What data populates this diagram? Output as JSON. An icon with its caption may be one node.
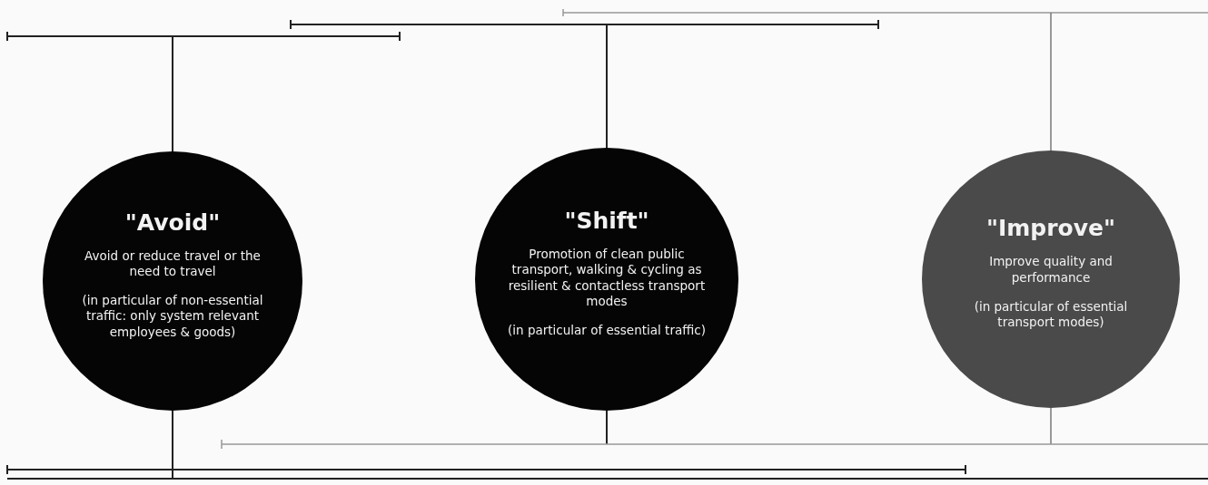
{
  "diagram": {
    "nodes": [
      {
        "text": [
          "\"Avoid\"",
          "Avoid or reduce travel or the need to travel",
          "(in particular of non-essential traffic: only system relevant employees & goods)"
        ]
      },
      {
        "text": [
          "\"Shift\"",
          "Promotion of clean public transport, walking & cycling as resilient & contactless transport modes",
          "(in particular of essential traffic)"
        ]
      },
      {
        "text": [
          "\"Improve\"",
          "Improve quality and performance",
          "(in particular of essential transport modes)"
        ]
      }
    ]
  }
}
